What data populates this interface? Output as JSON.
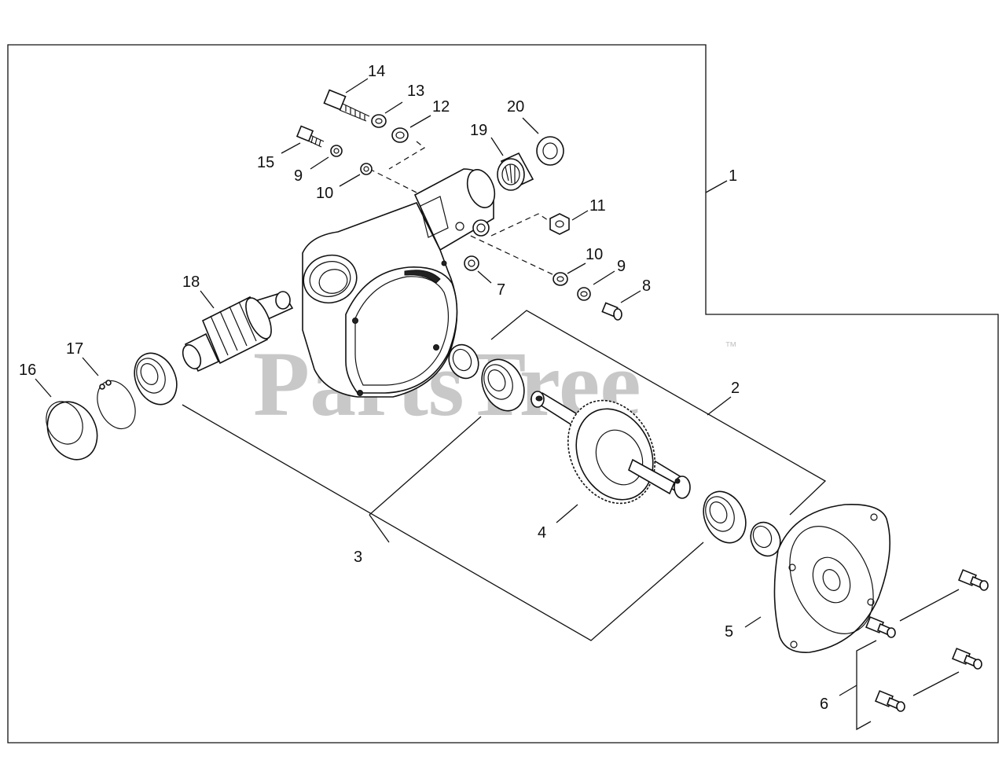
{
  "watermark": {
    "text": "PartsTree",
    "trademark": "™"
  },
  "callouts": [
    {
      "id": "1",
      "text": "1"
    },
    {
      "id": "2",
      "text": "2"
    },
    {
      "id": "3",
      "text": "3"
    },
    {
      "id": "4",
      "text": "4"
    },
    {
      "id": "5",
      "text": "5"
    },
    {
      "id": "6",
      "text": "6"
    },
    {
      "id": "7",
      "text": "7"
    },
    {
      "id": "8",
      "text": "8"
    },
    {
      "id": "9a",
      "text": "9"
    },
    {
      "id": "9b",
      "text": "9"
    },
    {
      "id": "10a",
      "text": "10"
    },
    {
      "id": "10b",
      "text": "10"
    },
    {
      "id": "11",
      "text": "11"
    },
    {
      "id": "12",
      "text": "12"
    },
    {
      "id": "13",
      "text": "13"
    },
    {
      "id": "14",
      "text": "14"
    },
    {
      "id": "15",
      "text": "15"
    },
    {
      "id": "16",
      "text": "16"
    },
    {
      "id": "17",
      "text": "17"
    },
    {
      "id": "18",
      "text": "18"
    },
    {
      "id": "19",
      "text": "19"
    },
    {
      "id": "20",
      "text": "20"
    }
  ]
}
